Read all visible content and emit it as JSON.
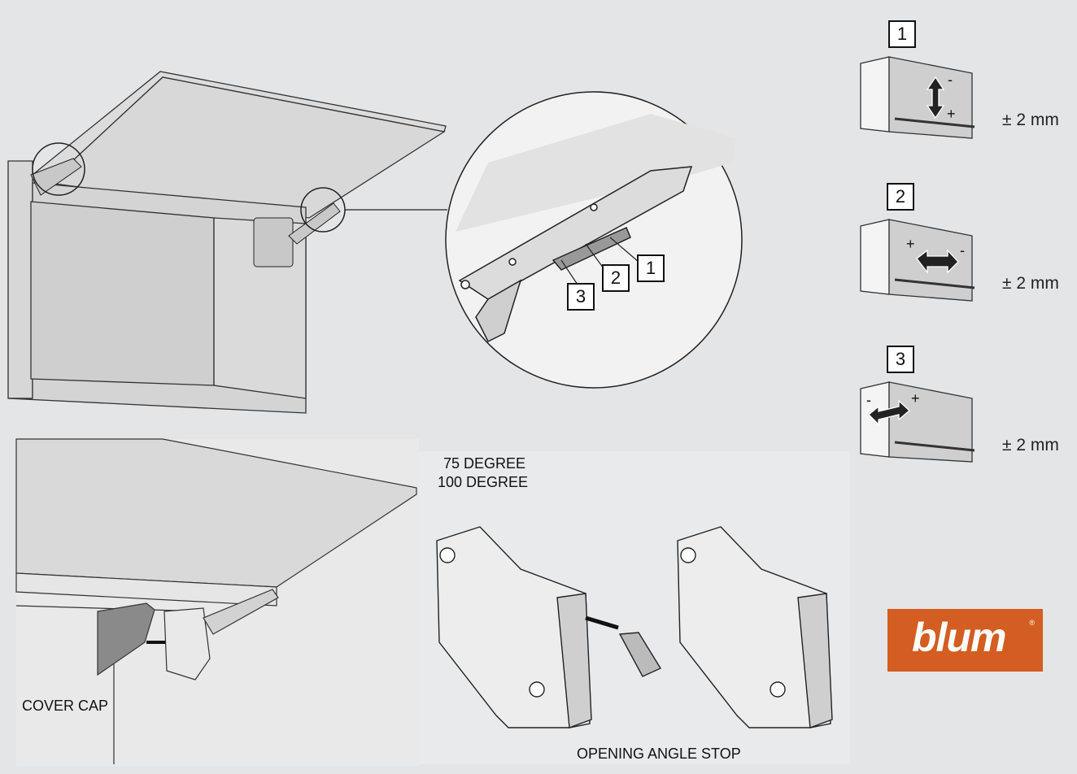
{
  "callouts": {
    "box1": "1",
    "box2": "2",
    "box3": "3"
  },
  "adjustments": [
    {
      "number": "1",
      "plus": "+",
      "minus": "-",
      "range": "± 2 mm"
    },
    {
      "number": "2",
      "plus": "+",
      "minus": "-",
      "range": "± 2 mm"
    },
    {
      "number": "3",
      "plus": "+",
      "minus": "-",
      "range": "± 2 mm"
    }
  ],
  "angle_options": {
    "line1": "75 DEGREE",
    "line2": "100 DEGREE"
  },
  "cover_cap_label": "COVER CAP",
  "opening_angle_stop_label": "OPENING ANGLE STOP",
  "brand": {
    "name": "blum",
    "color": "#d45d21"
  }
}
